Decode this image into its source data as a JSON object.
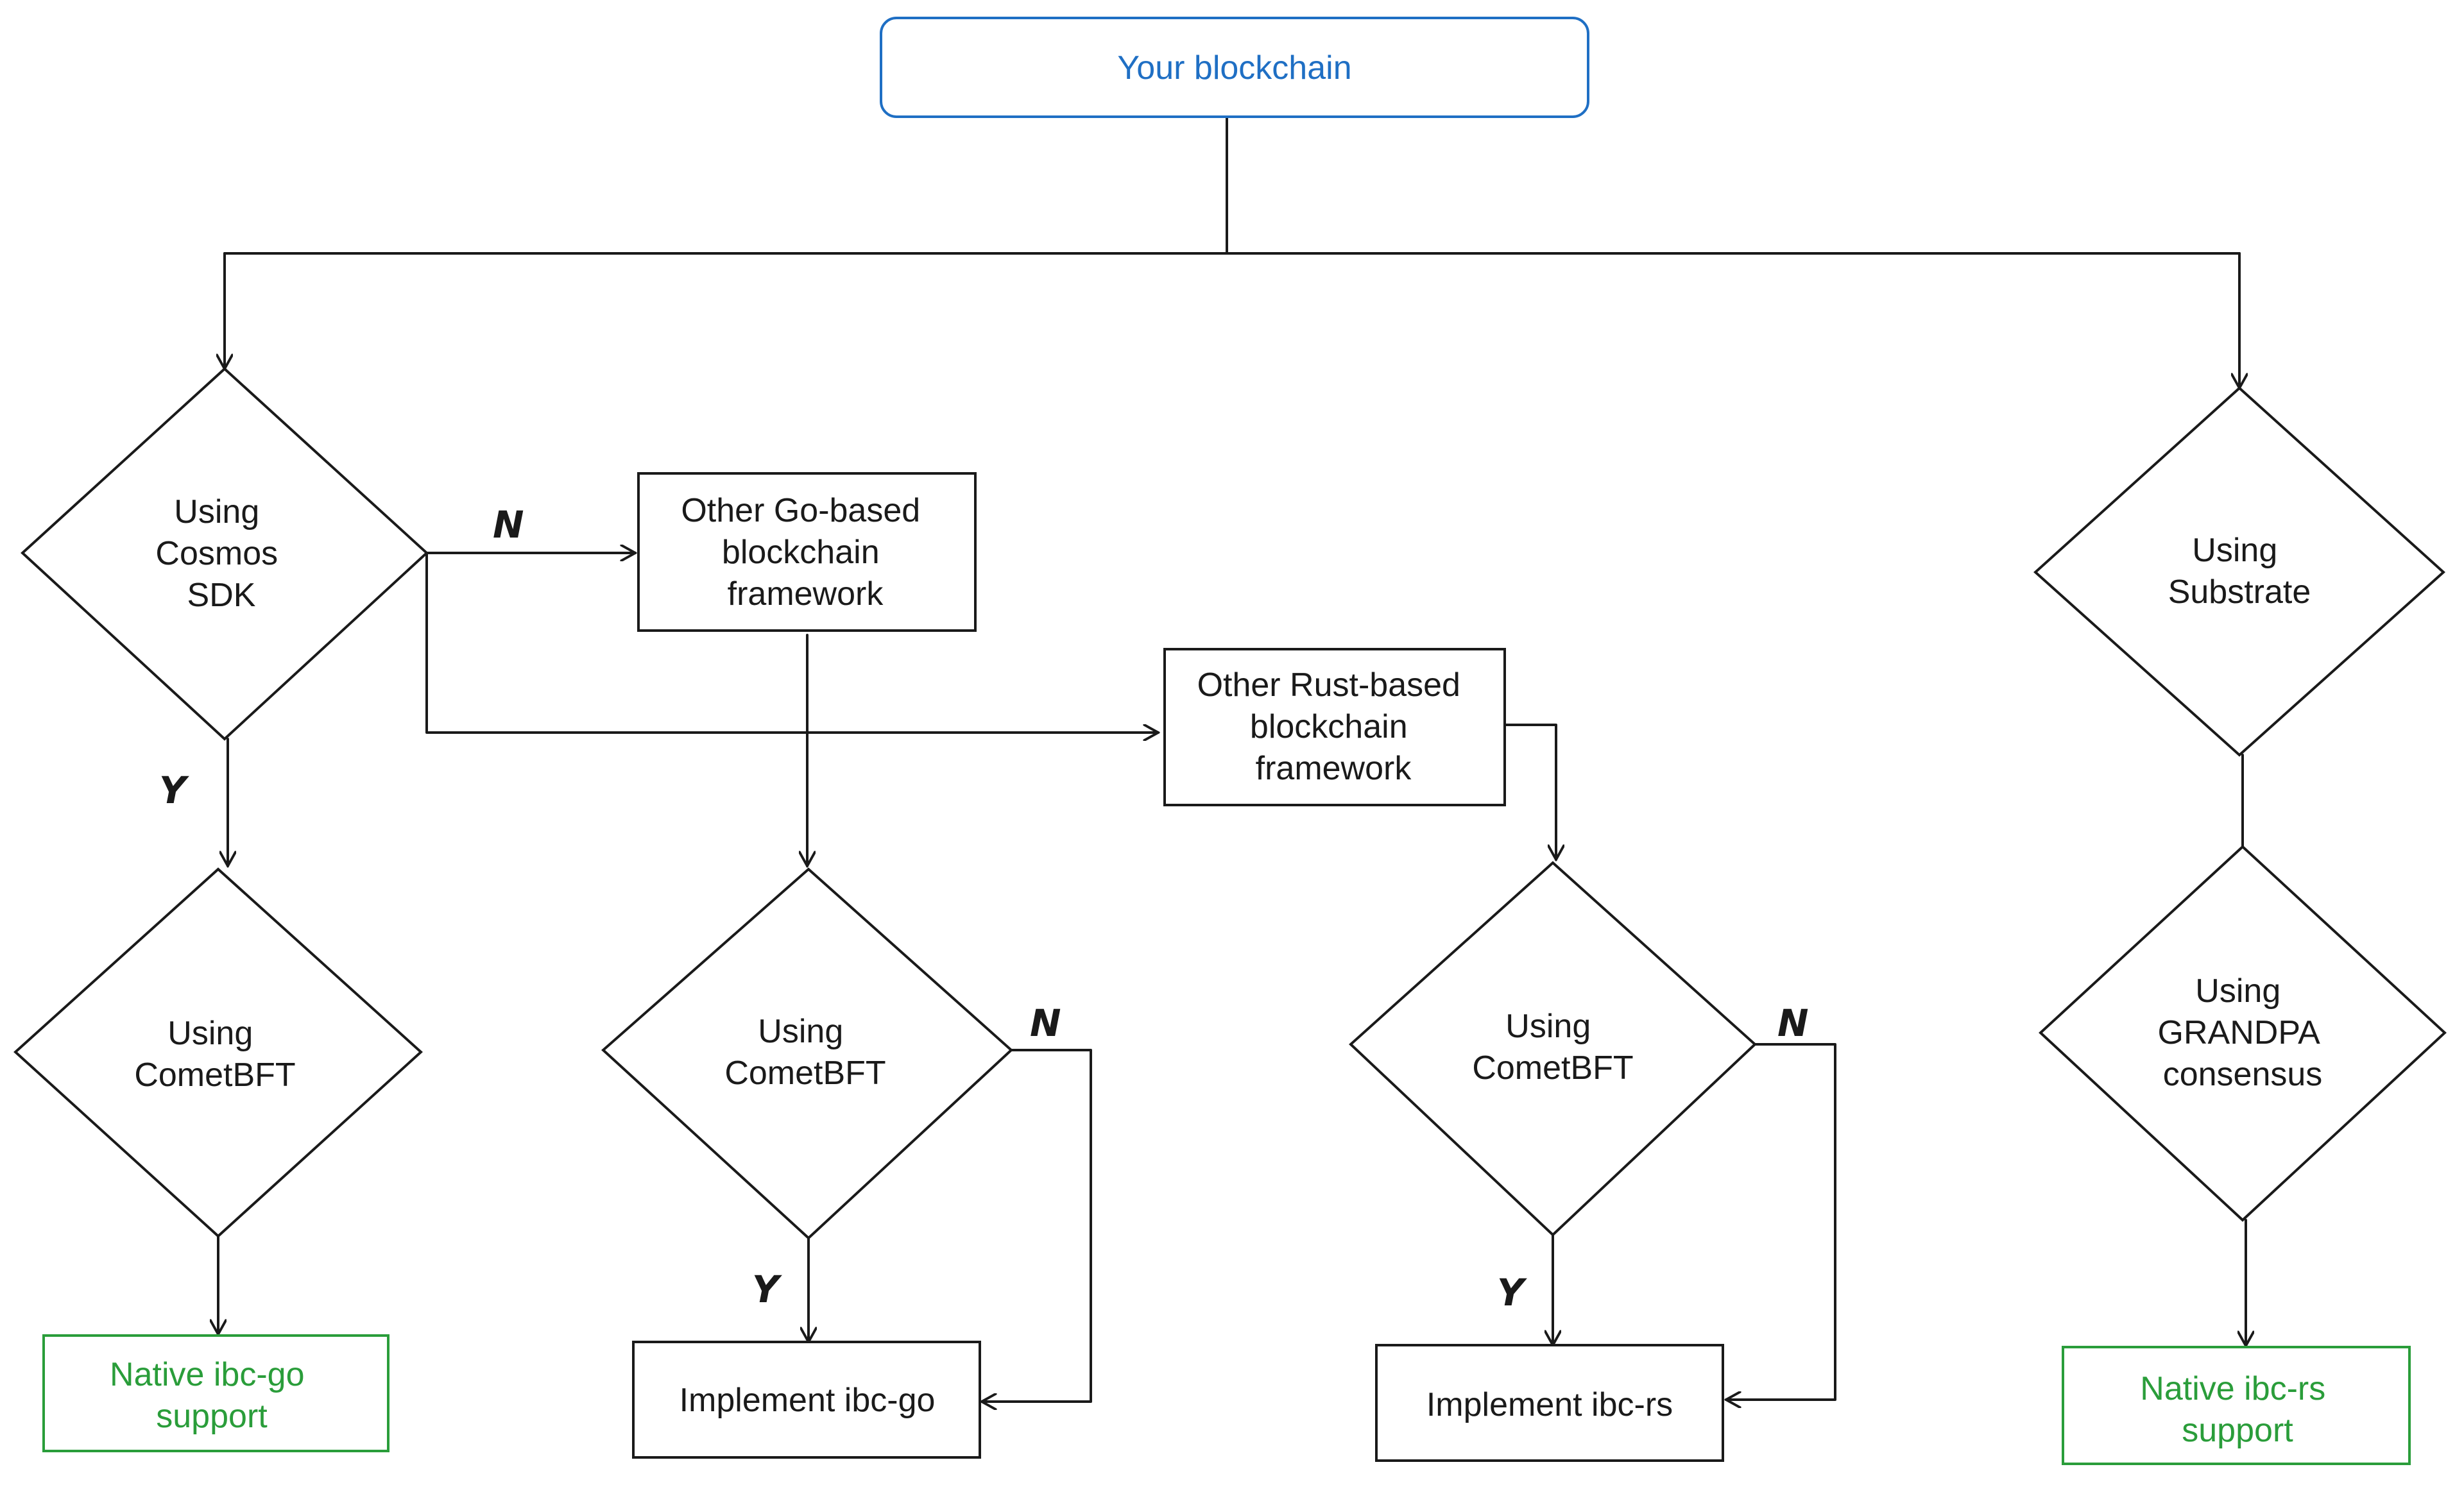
{
  "nodes": {
    "root": {
      "lines": [
        "Your blockchain"
      ]
    },
    "cosmos": {
      "lines": [
        "Using",
        "Cosmos",
        "SDK"
      ]
    },
    "go_framework": {
      "lines": [
        "Other Go-based",
        "blockchain",
        "framework"
      ]
    },
    "rust_framework": {
      "lines": [
        "Other Rust-based",
        "blockchain",
        "framework"
      ]
    },
    "substrate": {
      "lines": [
        "Using",
        "Substrate"
      ]
    },
    "comet_a": {
      "lines": [
        "Using",
        "CometBFT"
      ]
    },
    "comet_b": {
      "lines": [
        "Using",
        "CometBFT"
      ]
    },
    "comet_c": {
      "lines": [
        "Using",
        "CometBFT"
      ]
    },
    "grandpa": {
      "lines": [
        "Using",
        "GRANDPA",
        "consensus"
      ]
    },
    "native_go": {
      "lines": [
        "Native ibc-go",
        "support"
      ]
    },
    "impl_go": {
      "lines": [
        "Implement ibc-go"
      ]
    },
    "impl_rs": {
      "lines": [
        "Implement ibc-rs"
      ]
    },
    "native_rs": {
      "lines": [
        "Native ibc-rs",
        "support"
      ]
    }
  },
  "edge_labels": {
    "cosmos_no": "N",
    "cosmos_yes": "Y",
    "comet_b_no": "N",
    "comet_b_yes": "Y",
    "comet_c_no": "N",
    "comet_c_yes": "Y"
  },
  "colors": {
    "stroke": "#1a1a1a",
    "root": "#1f6fc4",
    "native": "#2a9d3a"
  }
}
